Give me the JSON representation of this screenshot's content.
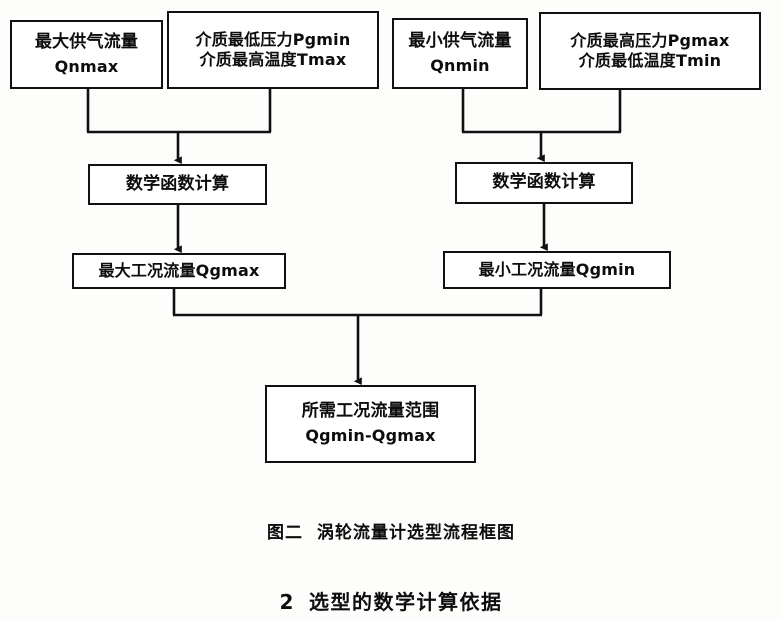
{
  "document": {
    "figure_caption_number": "图二",
    "figure_caption_text": "涡轮流量计选型流程框图",
    "section_number": "2",
    "section_title": "选型的数学计算依据"
  },
  "flowchart": {
    "title": "涡轮流量计选型流程框图",
    "orientation": "top-to-bottom",
    "line_color": "#111111",
    "box_fill": "#ffffff",
    "nodes": [
      {
        "id": "qnmax",
        "lines": [
          "最大供气流量",
          "Qnmax"
        ],
        "row": 1,
        "group": "left"
      },
      {
        "id": "pgmin_tmax",
        "lines": [
          "介质最低压力Pgmin",
          "介质最高温度Tmax"
        ],
        "row": 1,
        "group": "left"
      },
      {
        "id": "qnmin",
        "lines": [
          "最小供气流量",
          "Qnmin"
        ],
        "row": 1,
        "group": "right"
      },
      {
        "id": "pgmax_tmin",
        "lines": [
          "介质最高压力Pgmax",
          "介质最低温度Tmin"
        ],
        "row": 1,
        "group": "right"
      },
      {
        "id": "math_left",
        "lines": [
          "数学函数计算"
        ],
        "row": 2,
        "group": "left"
      },
      {
        "id": "math_right",
        "lines": [
          "数学函数计算"
        ],
        "row": 2,
        "group": "right"
      },
      {
        "id": "qgmax",
        "lines": [
          "最大工况流量Qgmax"
        ],
        "row": 3,
        "group": "left"
      },
      {
        "id": "qgmin",
        "lines": [
          "最小工况流量Qgmin"
        ],
        "row": 3,
        "group": "right"
      },
      {
        "id": "range",
        "lines": [
          "所需工况流量范围",
          "Qgmin-Qgmax"
        ],
        "row": 4,
        "group": "merged"
      }
    ],
    "edges": [
      {
        "from": "qnmax",
        "to": "math_left",
        "style": "elbow-merge-arrow"
      },
      {
        "from": "pgmin_tmax",
        "to": "math_left",
        "style": "elbow-merge-arrow"
      },
      {
        "from": "qnmin",
        "to": "math_right",
        "style": "elbow-merge-arrow"
      },
      {
        "from": "pgmax_tmin",
        "to": "math_right",
        "style": "elbow-merge-arrow"
      },
      {
        "from": "math_left",
        "to": "qgmax",
        "style": "straight-arrow"
      },
      {
        "from": "math_right",
        "to": "qgmin",
        "style": "straight-arrow"
      },
      {
        "from": "qgmax",
        "to": "range",
        "style": "elbow-merge-arrow"
      },
      {
        "from": "qgmin",
        "to": "range",
        "style": "elbow-merge-arrow"
      }
    ]
  }
}
